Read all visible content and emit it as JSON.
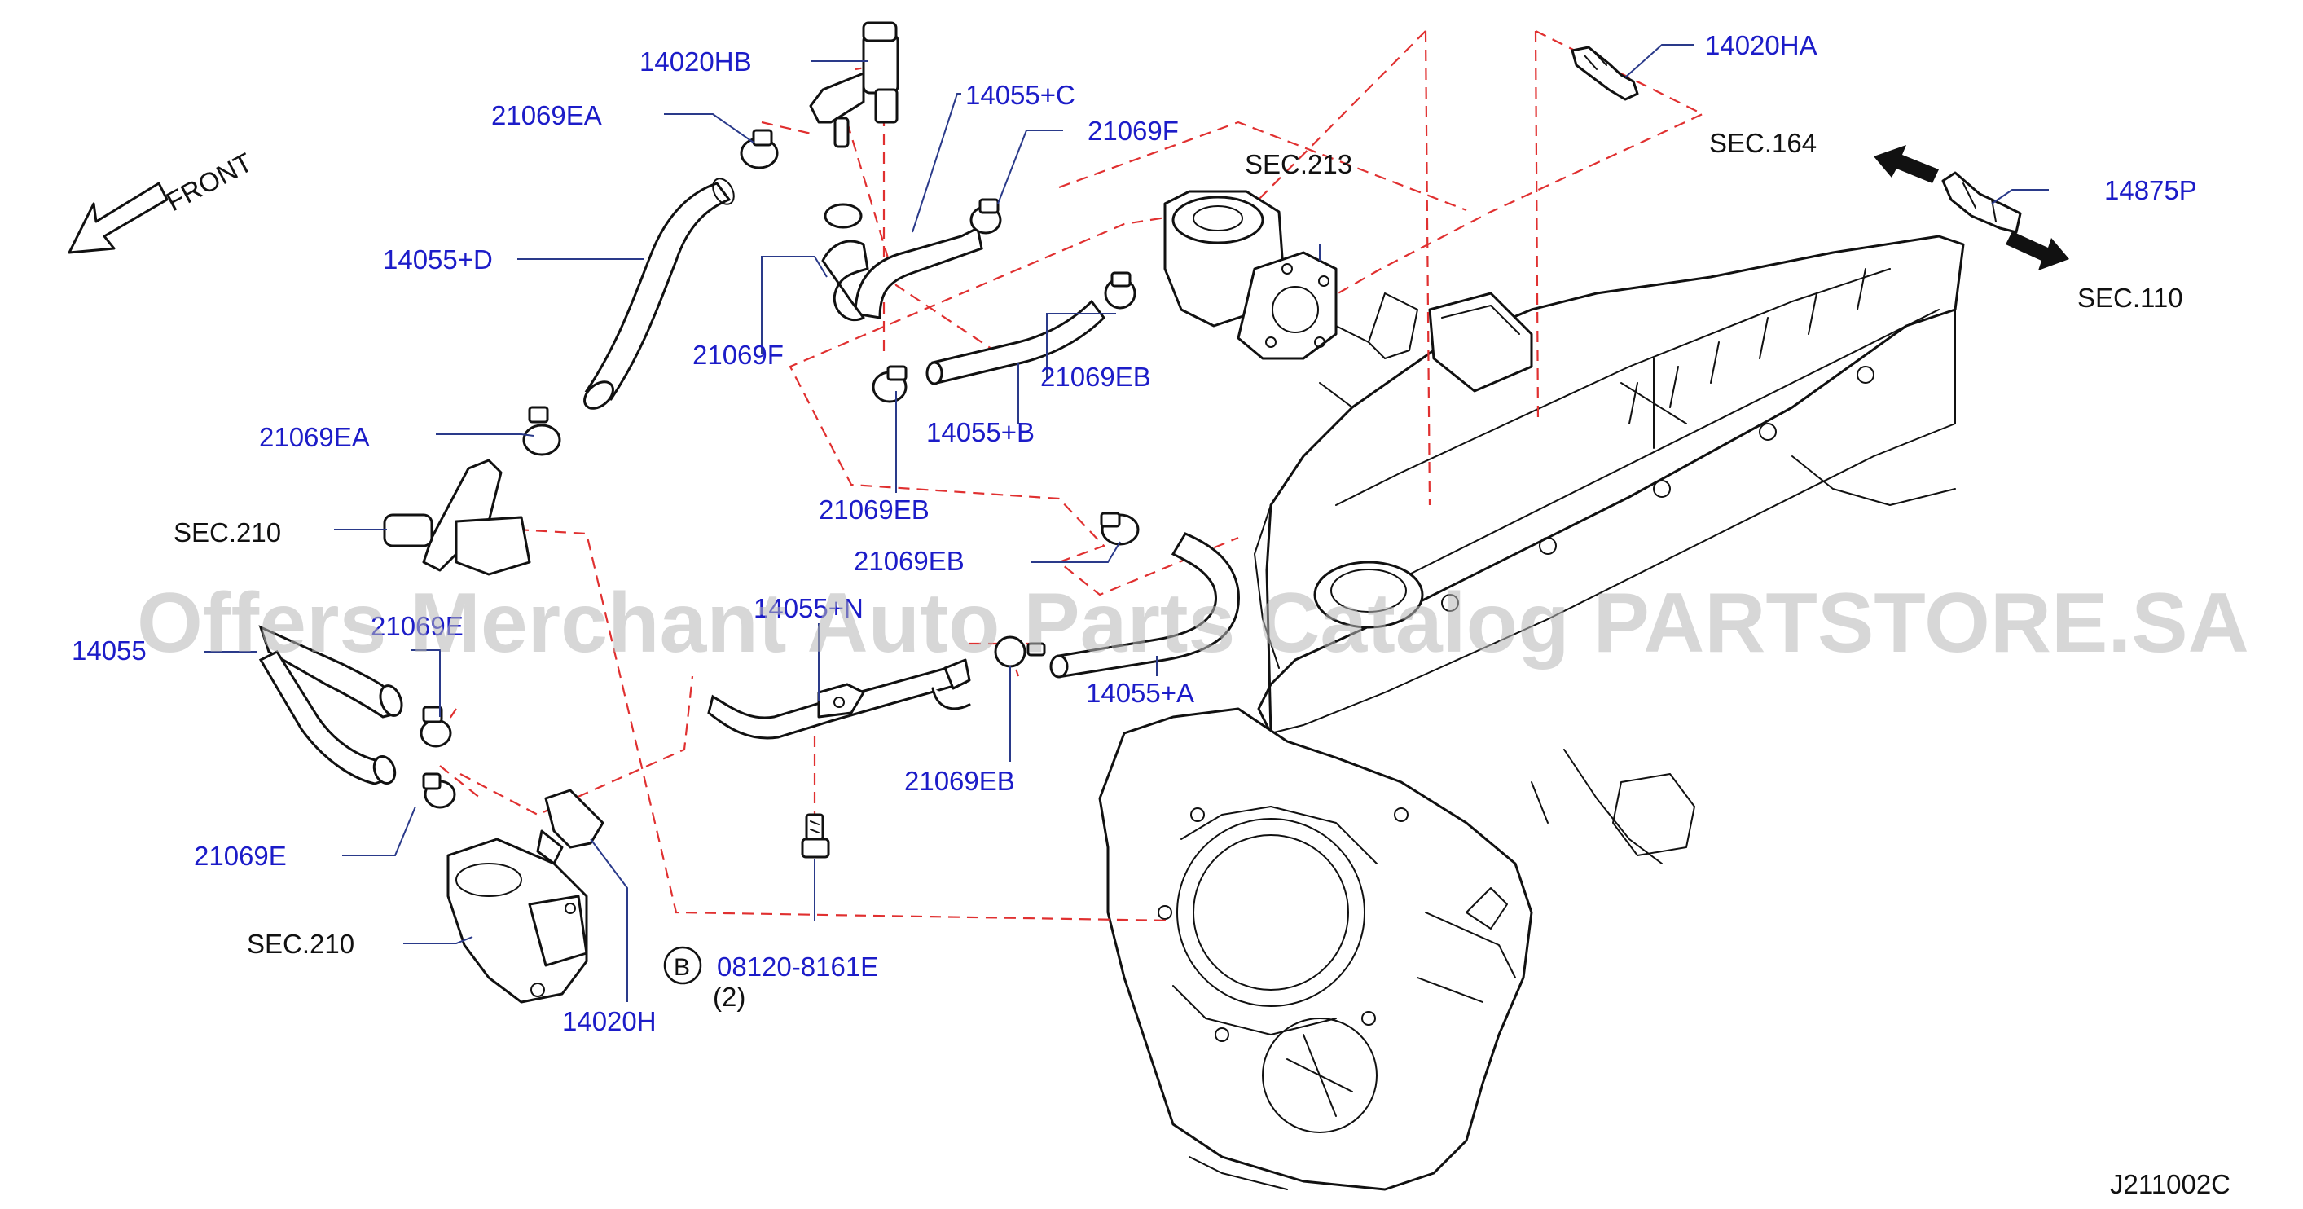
{
  "labels": {
    "p14020HB": "14020HB",
    "p21069EA_top": "21069EA",
    "p14055C": "14055+C",
    "p21069F_top": "21069F",
    "p14020HA": "14020HA",
    "sec164": "SEC.164",
    "p14875P": "14875P",
    "sec110": "SEC.110",
    "front": "FRONT",
    "p14055D": "14055+D",
    "sec213": "SEC.213",
    "p21069F_mid": "21069F",
    "p21069EB_right": "21069EB",
    "p14055B": "14055+B",
    "p21069EA_mid": "21069EA",
    "sec210_top": "SEC.210",
    "p21069EB_mid": "21069EB",
    "p21069EB_low": "21069EB",
    "p14055N": "14055+N",
    "p21069E_hidden": "21069E",
    "p14055": "14055",
    "p14055A": "14055+A",
    "p21069EB_bottom": "21069EB",
    "p21069E": "21069E",
    "sec210_bottom": "SEC.210",
    "callout_b": "B",
    "p08120": "08120-8161E",
    "qty": "(2)",
    "p14020H": "14020H",
    "diagram_code": "J211002C"
  },
  "watermark": "Offers Merchant Auto Parts Catalog PARTSTORE.SA",
  "colors": {
    "label_blue": "#1c1cc8",
    "callout_line": "#2a3a8a",
    "dashed_red": "#e03030",
    "line_art": "#111111"
  }
}
